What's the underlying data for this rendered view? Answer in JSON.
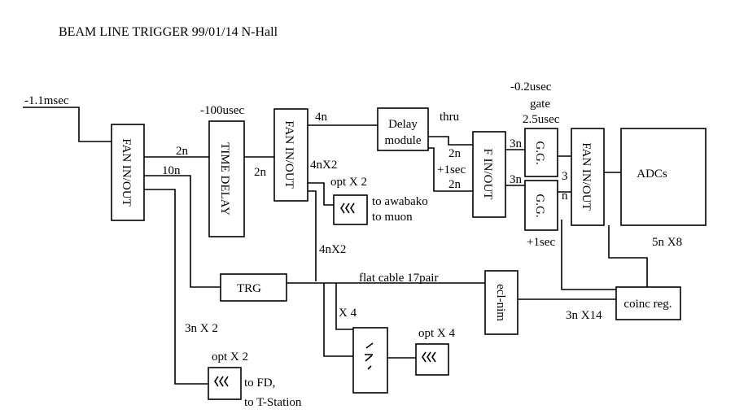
{
  "title": "BEAM LINE TRIGGER 99/01/14 N-Hall",
  "blocks": {
    "fan1": "FAN IN/OUT",
    "time_delay": "TIME DELAY",
    "fan2": "FAN IN/OUT",
    "delay_module_line1": "Delay",
    "delay_module_line2": "module",
    "fin_out": "F IN/OUT",
    "gg_top": "G.G.",
    "gg_bottom": "G.G.",
    "fan3": "FAN IN/OUT",
    "adcs": "ADCs",
    "trg": "TRG",
    "ecl_nim": "ecl-nim",
    "coinc_reg": "coinc reg."
  },
  "labels": {
    "input_delay": "-1.1msec",
    "fan1_out_a": "2n",
    "fan1_out_b": "10n",
    "td_delay": "-100usec",
    "td_out": "2n",
    "fan2_out_top": "4n",
    "fan2_out_mid": "4nX2",
    "opt_x2_a": "opt X 2",
    "to_awabako": "to awabako",
    "to_muon": "to muon",
    "fan2_out_down": "4nX2",
    "thru": "thru",
    "fin_in_2n_a": "2n",
    "plus_1sec_a": "+1sec",
    "fin_in_2n_b": "2n",
    "gg_delay": "-0.2usec",
    "gate_label": "gate",
    "gate_width": "2.5usec",
    "gg_in_3n_a": "3n",
    "gg_in_3n_b": "3n",
    "fan3_in_3": "3",
    "fan3_in_n": "n",
    "plus_1sec_b": "+1sec",
    "fan3_out_5n": "5n X8",
    "flat_cable": "flat cable 17pair",
    "x4": "X 4",
    "opt_x4": "opt X 4",
    "ecl_out": "3n X14",
    "trg_out": "3n X 2",
    "opt_x2_b": "opt X 2",
    "to_fd": "to FD,",
    "to_tstation": "to T-Station"
  }
}
